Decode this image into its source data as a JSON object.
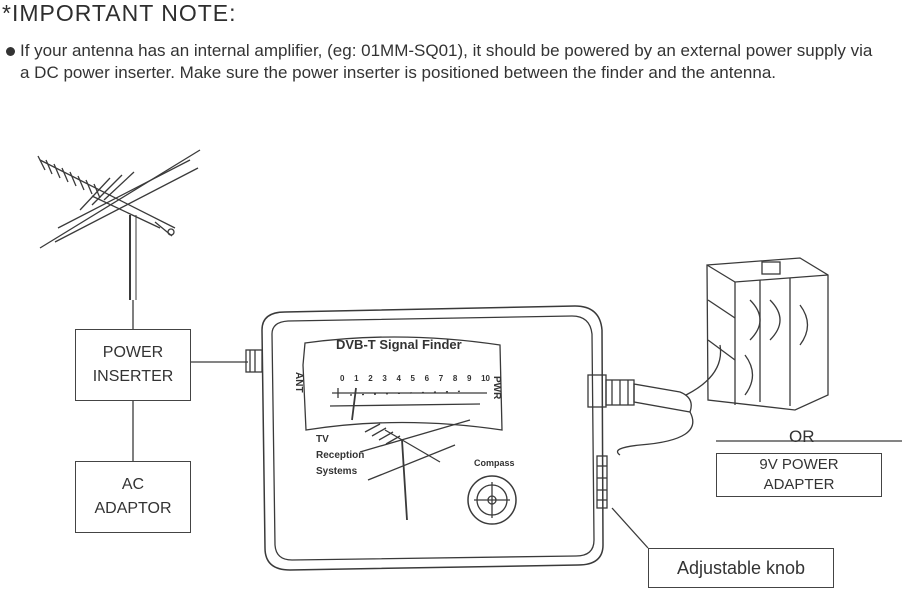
{
  "heading": "*IMPORTANT  NOTE:",
  "note": "If your antenna has an internal amplifier, (eg: 01MM-SQ01), it should be powered by an external power supply via a DC power inserter. Make sure the power inserter is positioned between the finder and the antenna.",
  "boxes": {
    "power_inserter_line1": "POWER",
    "power_inserter_line2": "INSERTER",
    "ac_adaptor_line1": "AC",
    "ac_adaptor_line2": "ADAPTOR",
    "power_adapter_line1": "9V POWER",
    "power_adapter_line2": "ADAPTER",
    "knob": "Adjustable knob"
  },
  "or_label": "OR",
  "device": {
    "title": "DVB-T Signal Finder",
    "ant": "ANT",
    "pwr": "PWR",
    "scale": [
      "0",
      "1",
      "2",
      "3",
      "4",
      "5",
      "6",
      "7",
      "8",
      "9",
      "10"
    ],
    "tv_line1": "TV",
    "tv_line2": "Reception",
    "tv_line3": "Systems",
    "compass": "Compass"
  }
}
